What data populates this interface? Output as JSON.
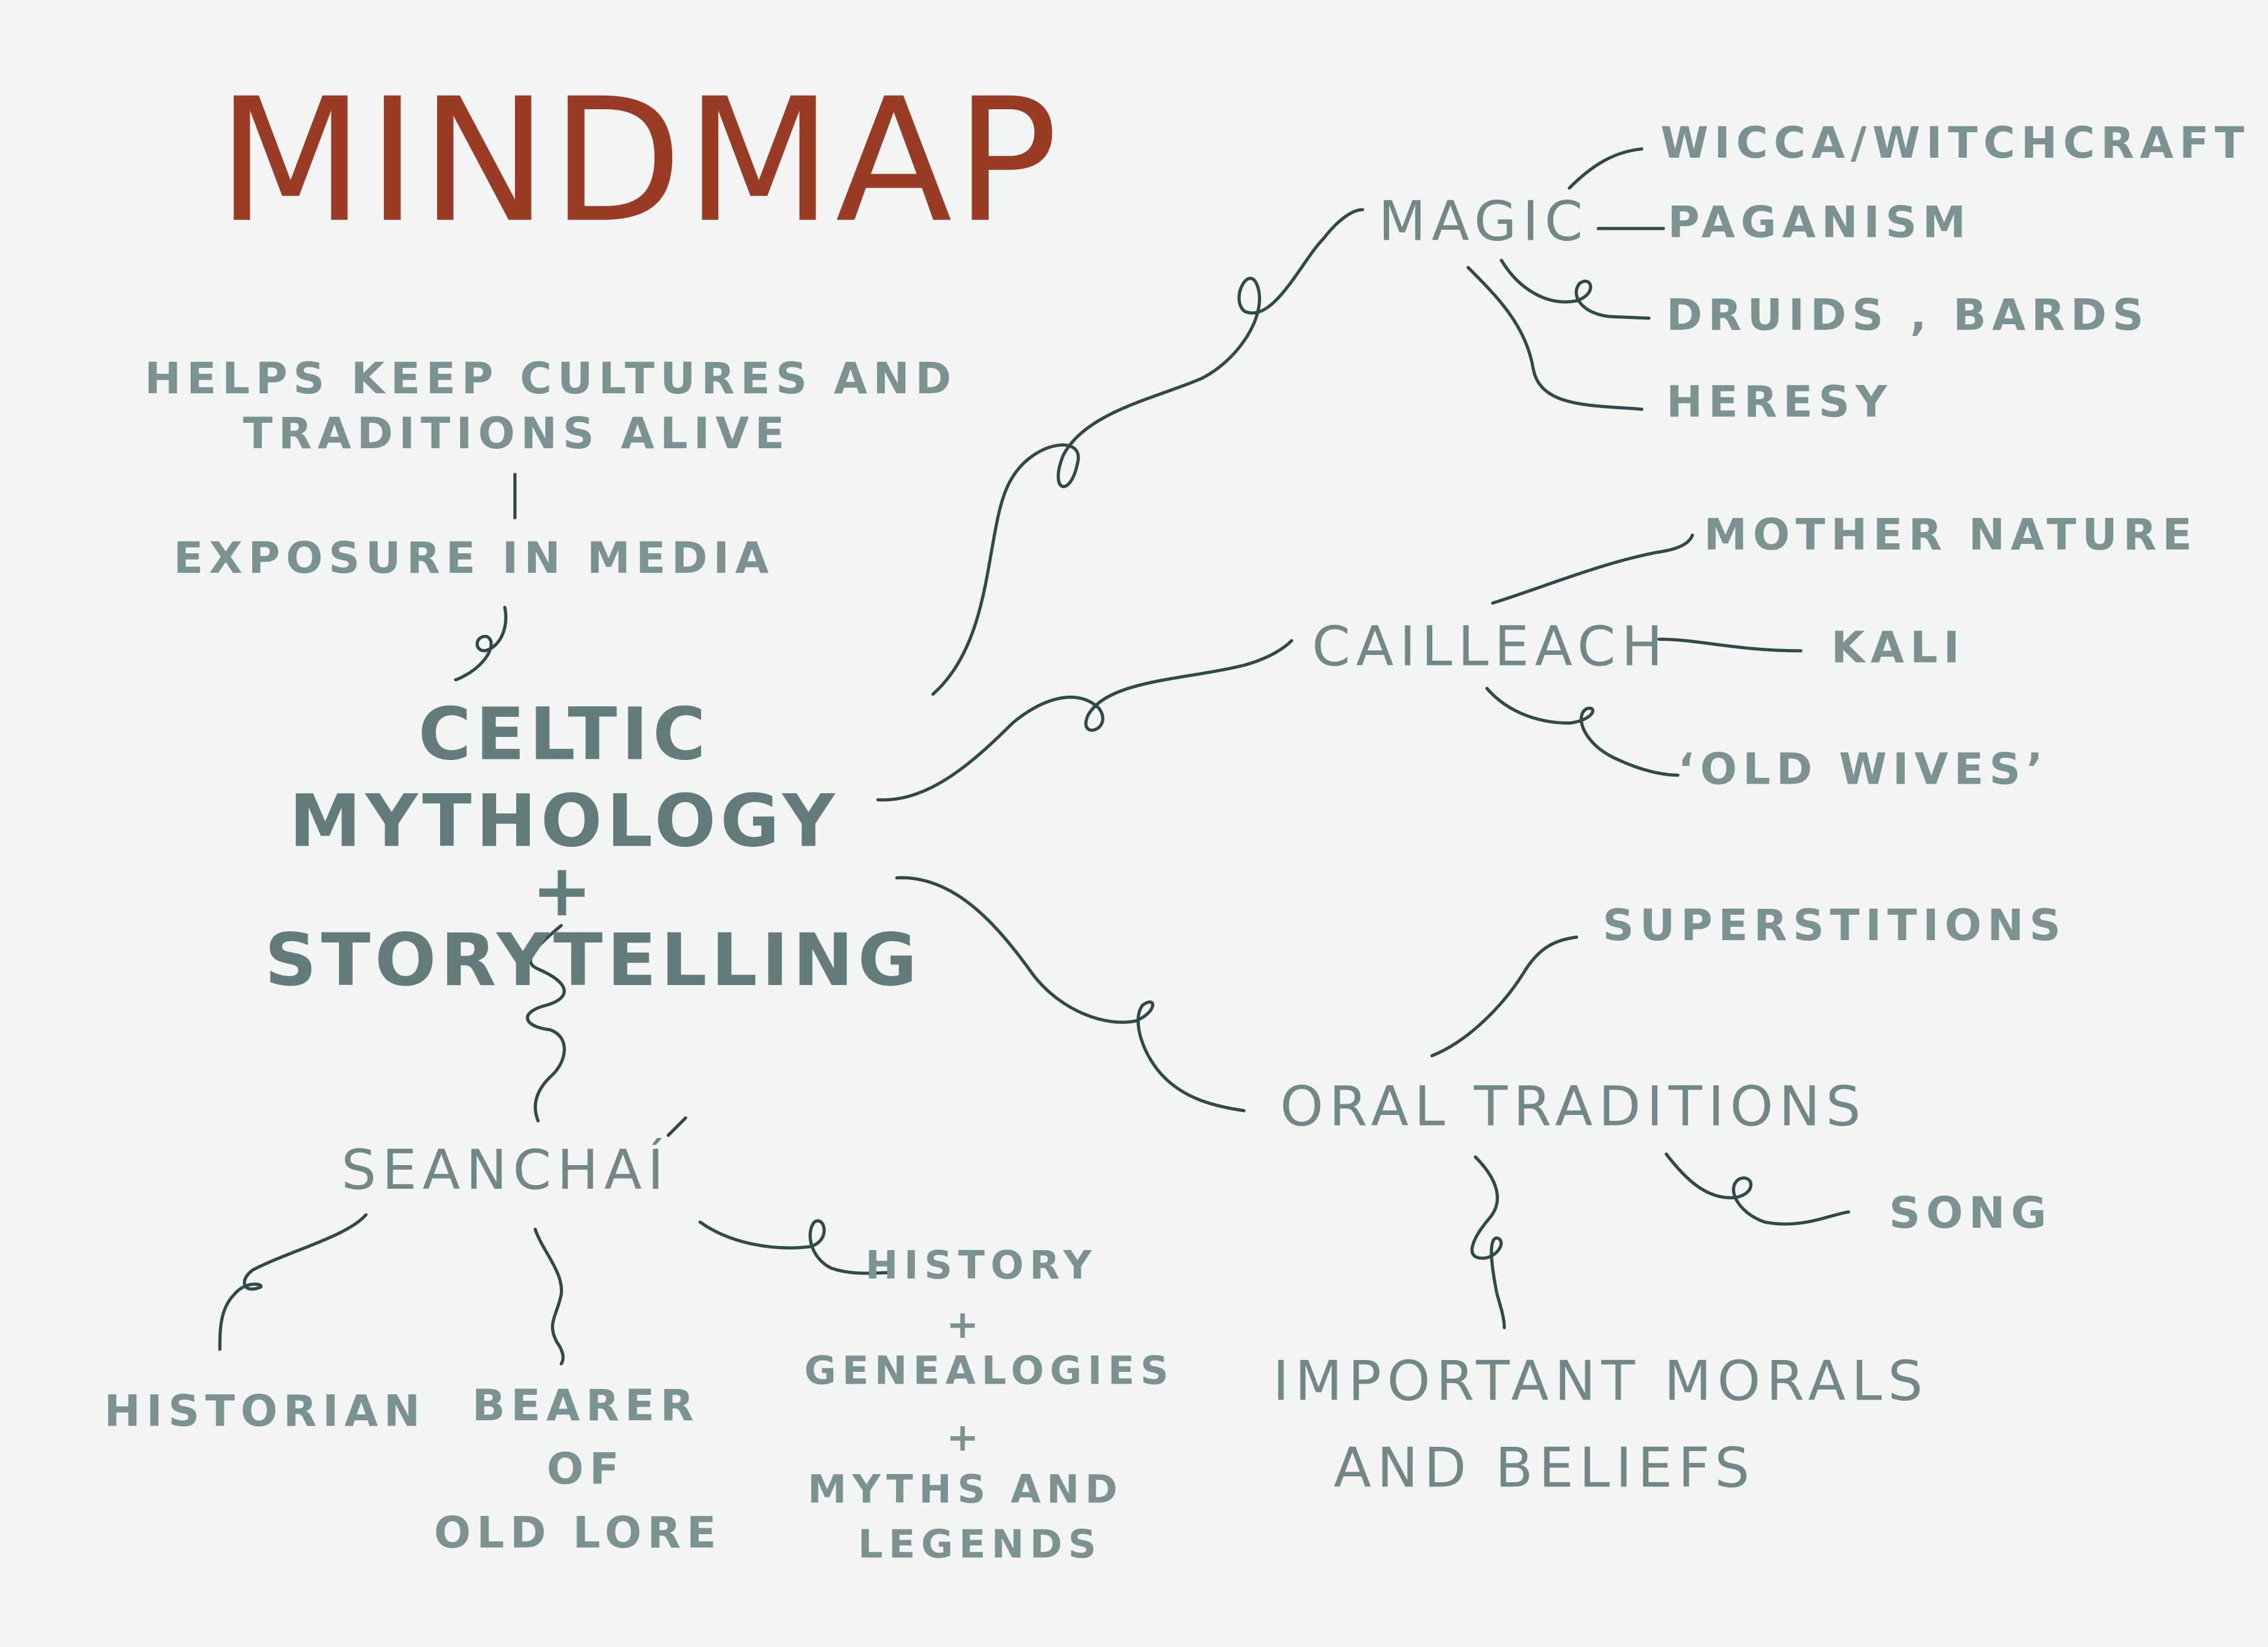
{
  "title": "MINDMAP",
  "center": {
    "line1": "CELTIC MYTHOLOGY",
    "plus": "+",
    "line2": "STORYTELLING"
  },
  "left": {
    "helps_line1": "HELPS KEEP CULTURES AND",
    "helps_line2": "TRADITIONS ALIVE",
    "exposure": "EXPOSURE IN MEDIA"
  },
  "seanchai": {
    "label": "SEANCHAÍ",
    "historian": "HISTORIAN",
    "bearer_line1": "BEARER",
    "bearer_line2": "OF",
    "bearer_line3": "OLD LORE",
    "history": "HISTORY",
    "plus1": "+",
    "genealogies": "GENEALOGIES",
    "plus2": "+",
    "myths_line1": "MYTHS AND",
    "myths_line2": "LEGENDS"
  },
  "magic": {
    "label": "MAGIC",
    "wicca": "WICCA/WITCHCRAFT",
    "paganism": "PAGANISM",
    "druids": "DRUIDS , BARDS",
    "heresy": "HERESY"
  },
  "cailleach": {
    "label": "CAILLEACH",
    "mother_nature": "MOTHER NATURE",
    "kali": "KALI",
    "old_wives": "‘OLD WIVES’"
  },
  "oral": {
    "label": "ORAL TRADITIONS",
    "superstitions": "SUPERSTITIONS",
    "song": "SONG",
    "morals_line1": "IMPORTANT MORALS",
    "morals_line2": "AND BELIEFS"
  },
  "colors": {
    "title": "#9a3b26",
    "text": "#7a9291",
    "center_text": "#637b7b",
    "wire": "#2f4a47",
    "background": "#f3f4f4"
  }
}
